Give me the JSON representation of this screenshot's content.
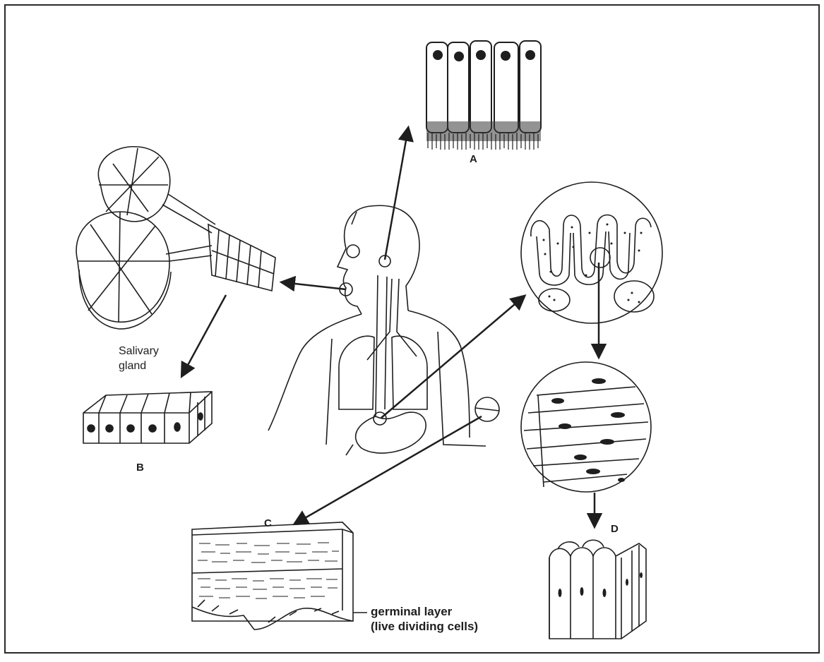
{
  "diagram": {
    "labels": {
      "a": "A",
      "b": "B",
      "c": "C",
      "d": "D",
      "salivary_line1": "Salivary",
      "salivary_line2": "gland",
      "germinal_line1": "germinal layer",
      "germinal_line2": "(live dividing cells)"
    },
    "colors": {
      "ink": "#1e1e1e",
      "frame": "#2a2a2a",
      "background": "#ffffff"
    },
    "icons": [
      "columnar-epithelium-icon",
      "cuboidal-epithelium-icon",
      "stratified-epithelium-icon",
      "ciliated-columnar-icon",
      "human-torso-icon",
      "salivary-gland-icon"
    ]
  }
}
